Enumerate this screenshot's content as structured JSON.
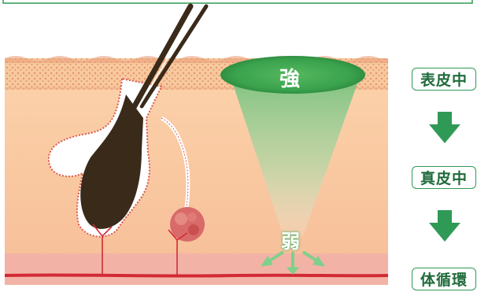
{
  "diagram": {
    "intensity": {
      "strong_label": "強",
      "weak_label": "弱"
    },
    "layers": [
      {
        "label": "表皮中"
      },
      {
        "label": "真皮中"
      },
      {
        "label": "体循環"
      }
    ],
    "colors": {
      "accent": "#2f9a56",
      "epidermis": "#f6c59a",
      "dermis_dots": "#d85a4f",
      "vessel": "#d22a35",
      "hair": "#3a2a1a"
    },
    "icons": [
      "down-arrow-icon",
      "down-arrow-icon"
    ]
  }
}
